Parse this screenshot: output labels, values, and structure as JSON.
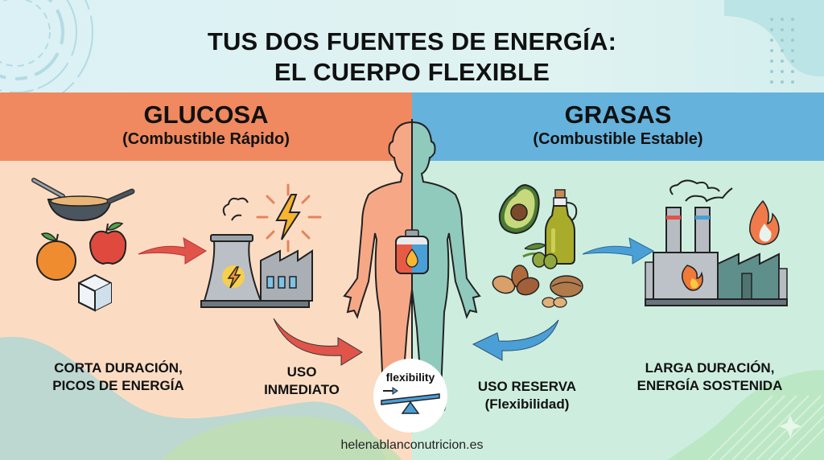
{
  "title": {
    "line1": "TUS DOS FUENTES DE ENERGÍA:",
    "line2": "EL CUERPO FLEXIBLE"
  },
  "left_panel": {
    "heading": "GLUCOSA",
    "subheading": "(Combustible Rápido)",
    "band_color": "#f0895f",
    "background_color": "#fbdcc3",
    "foods": [
      "pan-of-grains",
      "orange",
      "apple",
      "sugar-cube"
    ],
    "plant_icon": "power-plant-with-lightning",
    "caption_effect": {
      "line1": "CORTA DURACIÓN,",
      "line2": "PICOS DE ENERGÍA"
    },
    "caption_use": {
      "line1": "USO",
      "line2": "INMEDIATO"
    },
    "arrow_color": "#e0544a"
  },
  "right_panel": {
    "heading": "GRASAS",
    "subheading": "(Combustible Estable)",
    "band_color": "#65b2dc",
    "background_color": "#cdeedf",
    "foods": [
      "avocado",
      "olive-oil-bottle",
      "olives",
      "nuts"
    ],
    "plant_icon": "factory-with-flame",
    "caption_effect": {
      "line1": "LARGA DURACIÓN,",
      "line2": "ENERGÍA SOSTENIDA"
    },
    "caption_use": {
      "line1": "USO RESERVA",
      "line2": "(Flexibilidad)"
    },
    "arrow_color": "#4a9fd6"
  },
  "center": {
    "figure": "human-body-split",
    "tank_icon": "fuel-tank-with-drop",
    "badge_label": "flexibility",
    "badge_icon": "seesaw-balance"
  },
  "footer": {
    "website": "helenablanconutricion.es"
  }
}
